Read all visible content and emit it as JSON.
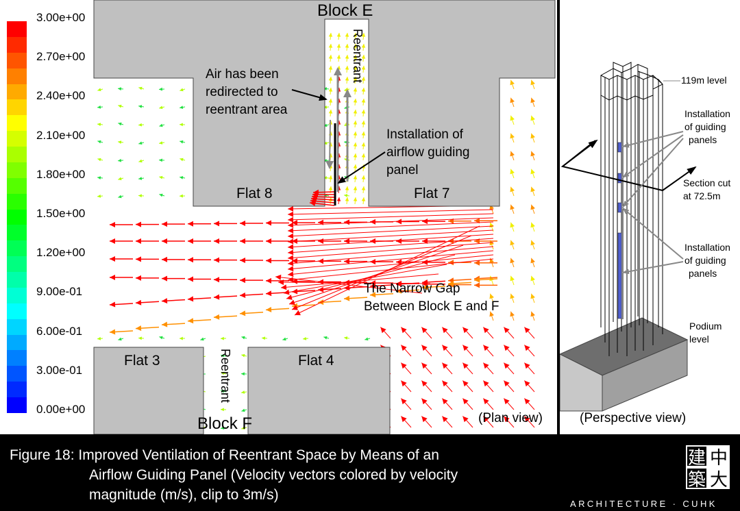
{
  "legend": {
    "ticks": [
      "3.00e+00",
      "2.70e+00",
      "2.40e+00",
      "2.10e+00",
      "1.80e+00",
      "1.50e+00",
      "1.20e+00",
      "9.00e-01",
      "6.00e-01",
      "3.00e-01",
      "0.00e+00"
    ],
    "colors": [
      "#ff0000",
      "#ff2a00",
      "#ff5500",
      "#ff8000",
      "#ffaa00",
      "#ffd500",
      "#ffff00",
      "#d5ff00",
      "#aaff00",
      "#80ff00",
      "#55ff00",
      "#2aff00",
      "#00ff00",
      "#00ff2a",
      "#00ff55",
      "#00ff80",
      "#00ffaa",
      "#00ffd5",
      "#00ffff",
      "#00d5ff",
      "#00aaff",
      "#0080ff",
      "#0055ff",
      "#002aff",
      "#0000ff"
    ]
  },
  "plan": {
    "block_e": "Block E",
    "block_f": "Block F",
    "reentrant_top": "Reentrant",
    "reentrant_bottom": "Reentrant",
    "flat_8": "Flat 8",
    "flat_7": "Flat 7",
    "flat_3": "Flat 3",
    "flat_4": "Flat 4",
    "note_redirect": [
      "Air has been",
      "redirected to",
      "reentrant area"
    ],
    "note_panel": [
      "Installation of",
      "airflow guiding",
      "panel"
    ],
    "note_gap": [
      "The Narrow Gap",
      "Between Block E and F"
    ],
    "view_label": "(Plan view)",
    "colors": {
      "building": "#c0c0c0",
      "vector_main": "#ff0000",
      "panel": "#000000"
    }
  },
  "perspective": {
    "level_top": "119m level",
    "install_upper": [
      "Installation",
      "of guiding",
      "panels"
    ],
    "section_cut": [
      "Section cut",
      "at 72.5m"
    ],
    "install_lower": [
      "Installation",
      "of guiding",
      "panels"
    ],
    "podium": [
      "Podium",
      "level"
    ],
    "view_label": "(Perspective view)",
    "colors": {
      "panel": "#4f5fd0",
      "podium_top": "#6e6e6e",
      "podium_front": "#c8c8c8",
      "podium_side": "#a0a0a0"
    }
  },
  "caption": {
    "line1": "Figure 18: Improved Ventilation of Reentrant Space by Means of an",
    "line2": "Airflow Guiding Panel  (Velocity vectors colored by velocity",
    "line3": "magnitude (m/s), clip to 3m/s)"
  },
  "logo": {
    "chars": [
      "建",
      "中",
      "築",
      "大"
    ],
    "brand": "ARCHITECTURE · CUHK"
  }
}
